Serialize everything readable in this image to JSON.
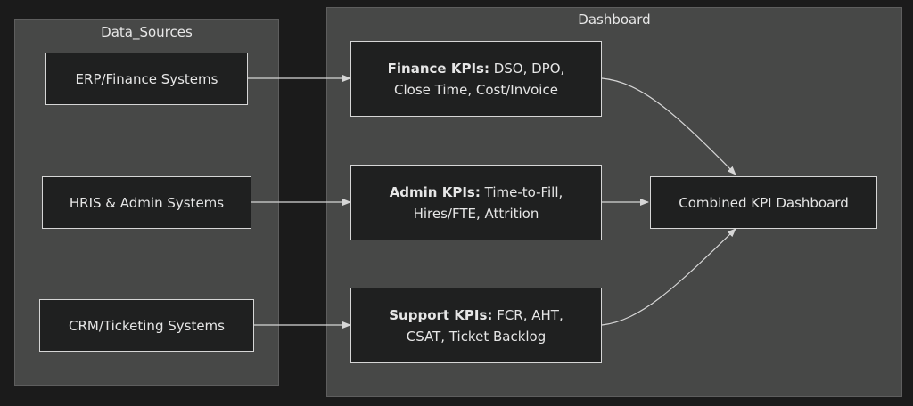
{
  "clusters": {
    "sources": {
      "title": "Data_Sources"
    },
    "dashboard": {
      "title": "Dashboard"
    }
  },
  "nodes": {
    "erp": {
      "label": "ERP/Finance Systems"
    },
    "hris": {
      "label": "HRIS & Admin Systems"
    },
    "crm": {
      "label": "CRM/Ticketing Systems"
    },
    "finance_kpis": {
      "bold": "Finance KPIs:",
      "line1": " DSO, DPO,",
      "line2": "Close Time, Cost/Invoice"
    },
    "admin_kpis": {
      "bold": "Admin KPIs:",
      "line1": " Time-to-Fill,",
      "line2": "Hires/FTE, Attrition"
    },
    "support_kpis": {
      "bold": "Support KPIs:",
      "line1": " FCR, AHT,",
      "line2": "CSAT, Ticket Backlog"
    },
    "combined": {
      "label": "Combined KPI Dashboard"
    }
  },
  "edges": [
    {
      "from": "ERP/Finance Systems",
      "to": "Finance KPIs"
    },
    {
      "from": "HRIS & Admin Systems",
      "to": "Admin KPIs"
    },
    {
      "from": "CRM/Ticketing Systems",
      "to": "Support KPIs"
    },
    {
      "from": "Finance KPIs",
      "to": "Combined KPI Dashboard"
    },
    {
      "from": "Admin KPIs",
      "to": "Combined KPI Dashboard"
    },
    {
      "from": "Support KPIs",
      "to": "Combined KPI Dashboard"
    }
  ],
  "colors": {
    "background": "#1b1b1b",
    "cluster_fill": "#474847",
    "node_fill": "#1f2020",
    "stroke": "#d6d6d6",
    "text": "#e6e6e6"
  }
}
